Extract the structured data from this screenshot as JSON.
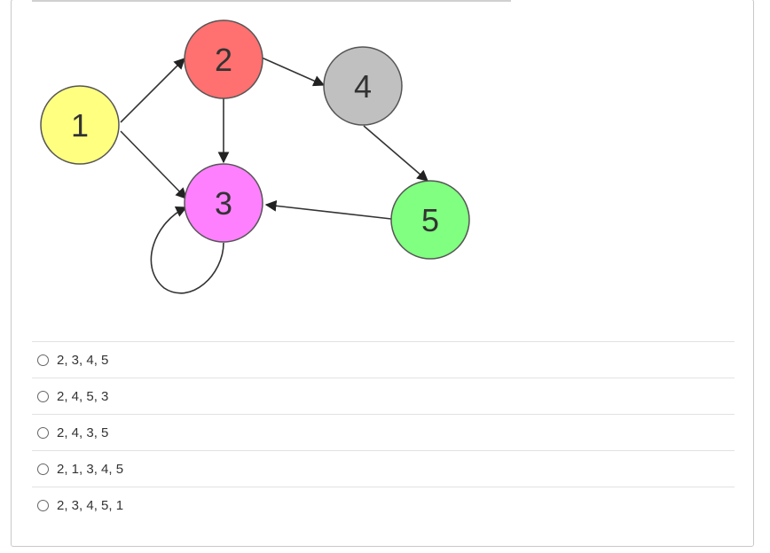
{
  "graph": {
    "nodes": [
      {
        "id": "1",
        "label": "1",
        "color": "#ffff80"
      },
      {
        "id": "2",
        "label": "2",
        "color": "#ff7070"
      },
      {
        "id": "3",
        "label": "3",
        "color": "#ff80ff"
      },
      {
        "id": "4",
        "label": "4",
        "color": "#c0c0c0"
      },
      {
        "id": "5",
        "label": "5",
        "color": "#80ff80"
      }
    ],
    "edges": [
      {
        "from": "1",
        "to": "2"
      },
      {
        "from": "1",
        "to": "3"
      },
      {
        "from": "2",
        "to": "3"
      },
      {
        "from": "2",
        "to": "4"
      },
      {
        "from": "4",
        "to": "5"
      },
      {
        "from": "5",
        "to": "3"
      },
      {
        "from": "3",
        "to": "3"
      }
    ]
  },
  "options": [
    {
      "label": "2, 3, 4, 5",
      "selected": false
    },
    {
      "label": "2, 4, 5, 3",
      "selected": false
    },
    {
      "label": "2, 4, 3, 5",
      "selected": false
    },
    {
      "label": "2, 1, 3, 4, 5",
      "selected": false
    },
    {
      "label": "2, 3, 4, 5, 1",
      "selected": false
    }
  ]
}
